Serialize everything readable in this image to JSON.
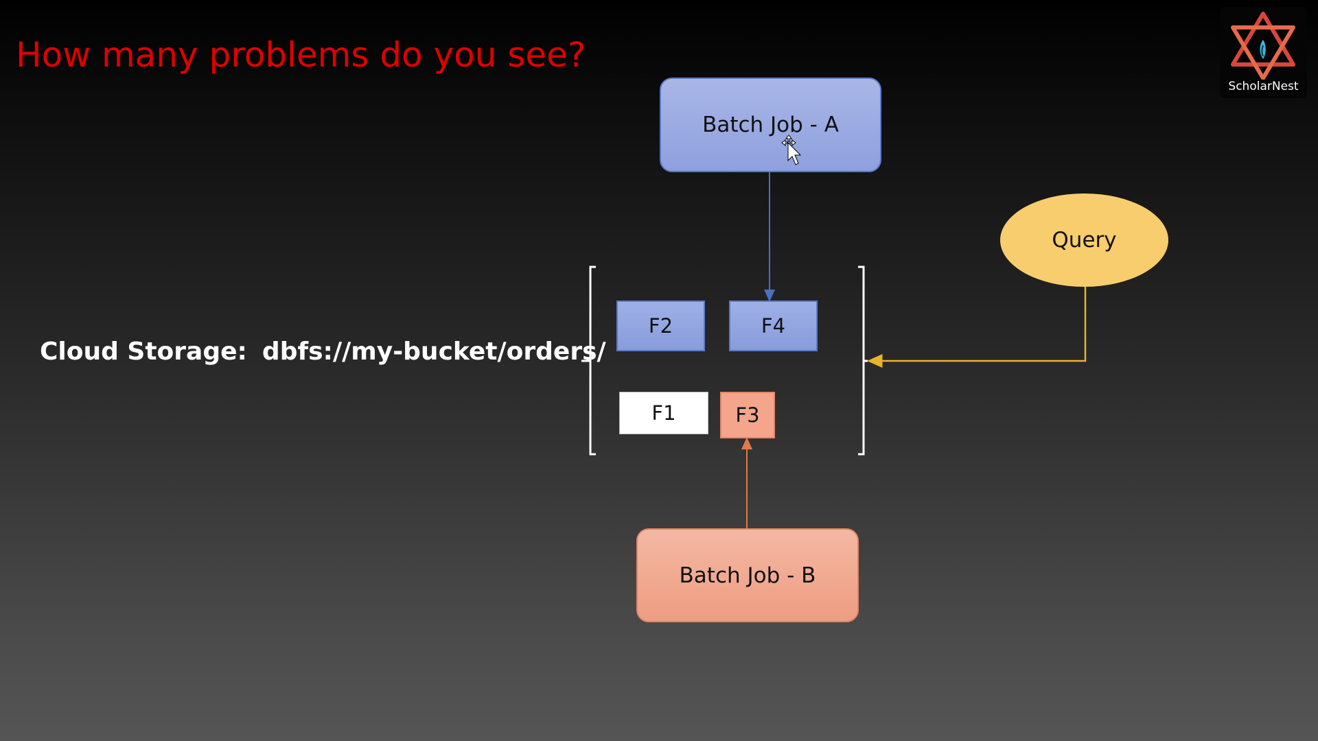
{
  "slide": {
    "title": "How many problems do you see?",
    "title_color": "#e00000"
  },
  "storage": {
    "label": "Cloud Storage:",
    "path": "dbfs://my-bucket/orders/"
  },
  "nodes": {
    "batch_job_a": "Batch Job - A",
    "batch_job_b": "Batch Job - B",
    "query": "Query"
  },
  "files": {
    "f1": "F1",
    "f2": "F2",
    "f3": "F3",
    "f4": "F4"
  },
  "logo": {
    "name": "ScholarNest",
    "icon": "star-of-david-icon"
  },
  "colors": {
    "job_a": "#8ea0de",
    "job_b": "#ee9d82",
    "query": "#f7cd6d",
    "arrow_a": "#4a6fc4",
    "arrow_b": "#e07a4a",
    "arrow_query": "#e8b52a"
  }
}
